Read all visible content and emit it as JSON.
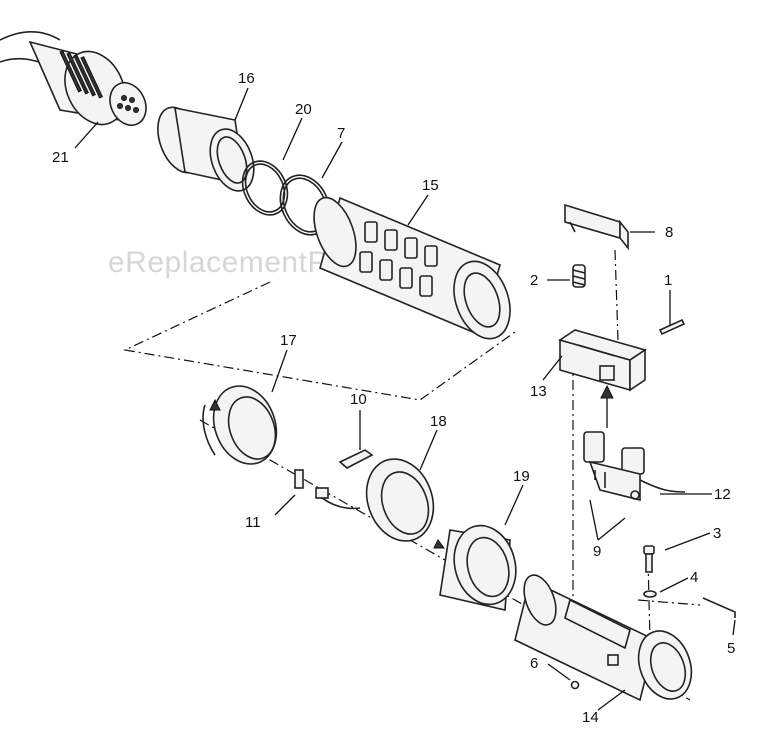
{
  "watermark": "eReplacementParts.com",
  "callouts": [
    {
      "id": "1",
      "label": "1"
    },
    {
      "id": "2",
      "label": "2"
    },
    {
      "id": "3",
      "label": "3"
    },
    {
      "id": "4",
      "label": "4"
    },
    {
      "id": "5",
      "label": "5"
    },
    {
      "id": "6",
      "label": "6"
    },
    {
      "id": "7",
      "label": "7"
    },
    {
      "id": "8",
      "label": "8"
    },
    {
      "id": "9",
      "label": "9"
    },
    {
      "id": "10",
      "label": "10"
    },
    {
      "id": "11",
      "label": "11"
    },
    {
      "id": "12",
      "label": "12"
    },
    {
      "id": "13",
      "label": "13"
    },
    {
      "id": "14",
      "label": "14"
    },
    {
      "id": "15",
      "label": "15"
    },
    {
      "id": "16",
      "label": "16"
    },
    {
      "id": "17",
      "label": "17"
    },
    {
      "id": "18",
      "label": "18"
    },
    {
      "id": "19",
      "label": "19"
    },
    {
      "id": "20",
      "label": "20"
    },
    {
      "id": "21",
      "label": "21"
    }
  ]
}
